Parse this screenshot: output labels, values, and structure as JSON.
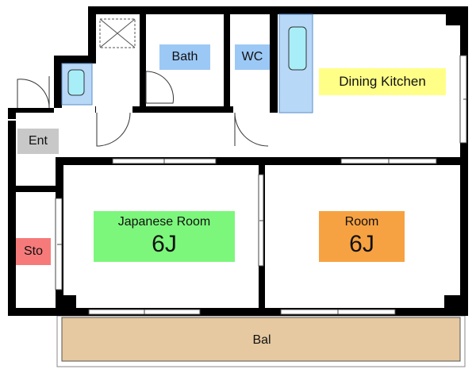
{
  "rooms": {
    "bath": "Bath",
    "wc": "WC",
    "dining_kitchen": "Dining Kitchen",
    "entrance": "Ent",
    "japanese_room": {
      "name": "Japanese Room",
      "size": "6J"
    },
    "room": {
      "name": "Room",
      "size": "6J"
    },
    "storage": "Sto",
    "balcony": "Bal"
  },
  "colors": {
    "wall": "#000000",
    "bath_label": "#9cc8f5",
    "wc_label": "#9cc8f5",
    "dining_label": "#ffff88",
    "entrance_label": "#c8c8c8",
    "japanese_room_label": "#7cf77c",
    "room_label": "#f7a242",
    "storage_label": "#f77a7a",
    "balcony_fill": "#e6c9a0",
    "fixture_fill": "#a8eef8",
    "fixture_stroke": "#5a8cc8",
    "counter_fill": "#b8d8f8"
  }
}
